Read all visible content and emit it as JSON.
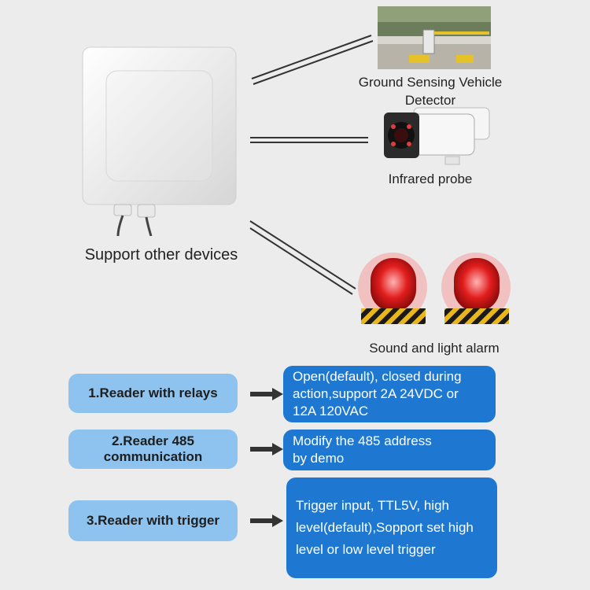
{
  "devices": {
    "reader_label": "Support other devices",
    "vehicle_detector_label": "Ground Sensing Vehicle\nDetector",
    "infrared_label": "Infrared probe",
    "alarm_label": "Sound and light alarm"
  },
  "features": [
    {
      "title": "1.Reader with relays",
      "description": "Open(default), closed during\naction,support 2A 24VDC or\n12A 120VAC"
    },
    {
      "title": "2.Reader 485\ncommunication",
      "description": "Modify the 485 address\nby demo"
    },
    {
      "title": "3.Reader with trigger",
      "description": "Trigger input, TTL5V, high\nlevel(default),Sopport set high\nlevel or low level trigger"
    }
  ],
  "colors": {
    "pill": "#8ec3ef",
    "box": "#1e78d2",
    "background": "#ececec"
  }
}
